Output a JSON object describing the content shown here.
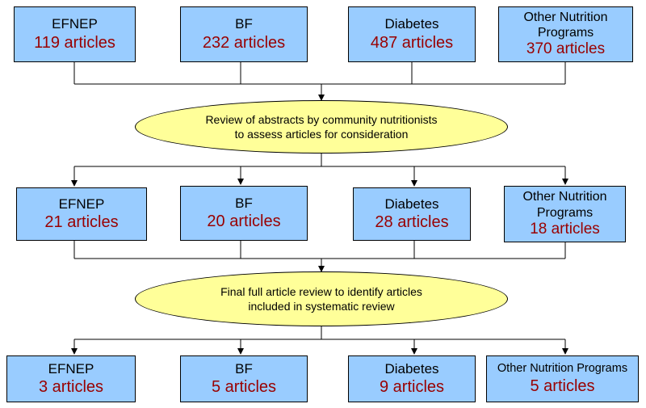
{
  "stage1": [
    {
      "name": "EFNEP",
      "count": "119 articles"
    },
    {
      "name": "BF",
      "count": "232 articles"
    },
    {
      "name": "Diabetes",
      "count": "487 articles"
    },
    {
      "name": "Other Nutrition Programs",
      "count": "370 articles"
    }
  ],
  "review1": {
    "line1": "Review of abstracts by community nutritionists",
    "line2": "to assess articles for consideration"
  },
  "stage2": [
    {
      "name": "EFNEP",
      "count": "21 articles"
    },
    {
      "name": "BF",
      "count": "20 articles"
    },
    {
      "name": "Diabetes",
      "count": "28 articles"
    },
    {
      "name": "Other Nutrition Programs",
      "count": "18 articles"
    }
  ],
  "review2": {
    "line1": "Final full article review to identify articles",
    "line2": "included in systematic review"
  },
  "stage3": [
    {
      "name": "EFNEP",
      "count": "3 articles"
    },
    {
      "name": "BF",
      "count": "5 articles"
    },
    {
      "name": "Diabetes",
      "count": "9 articles"
    },
    {
      "name": "Other Nutrition Programs",
      "count": "5 articles"
    }
  ],
  "colors": {
    "box_fill": "#99ccff",
    "ellipse_fill": "#ffff99",
    "count_text": "#990000"
  }
}
